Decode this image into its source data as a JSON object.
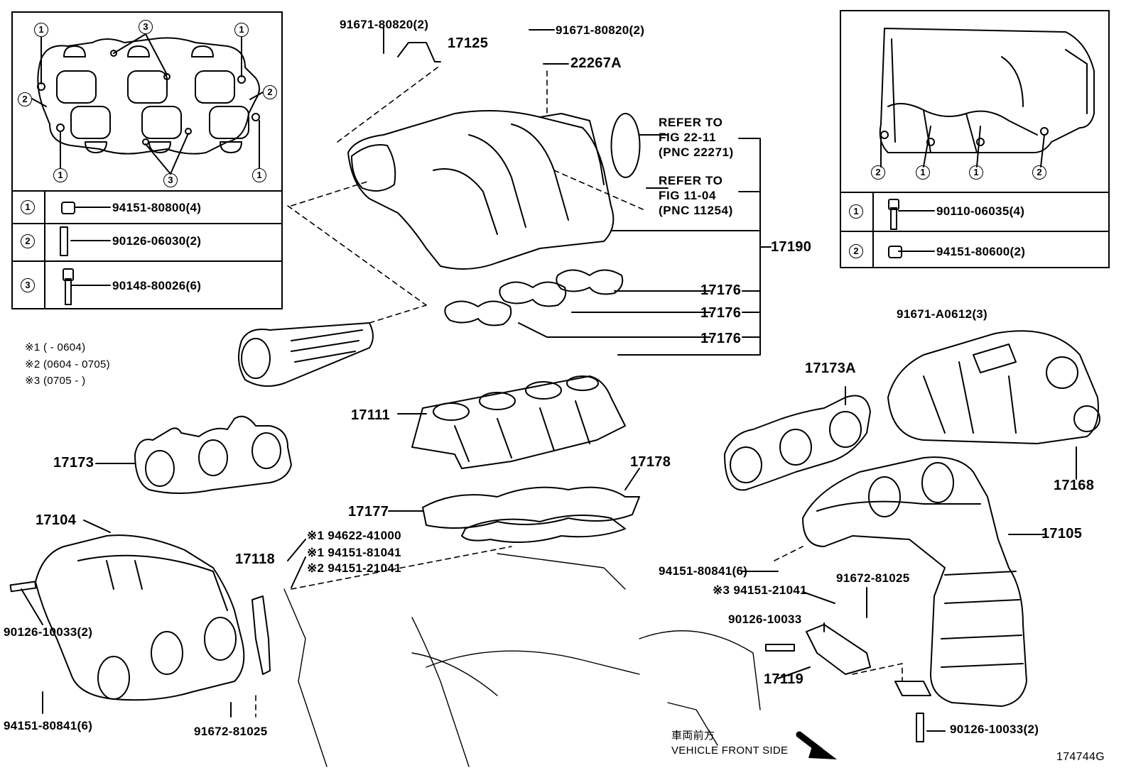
{
  "callouts": {
    "p91671_80820_a": "91671-80820(2)",
    "p17125": "17125",
    "p91671_80820_b": "91671-80820(2)",
    "p22267a": "22267A",
    "ref1_line1": "REFER TO",
    "ref1_line2": "FIG 22-11",
    "ref1_line3": "(PNC 22271)",
    "ref2_line1": "REFER TO",
    "ref2_line2": "FIG 11-04",
    "ref2_line3": "(PNC 11254)",
    "p17190": "17190",
    "p17176_a": "17176",
    "p17176_b": "17176",
    "p17176_c": "17176",
    "p91671_a0612": "91671-A0612(3)",
    "p17173a": "17173A",
    "p17168": "17168",
    "p17111": "17111",
    "p17173": "17173",
    "p17178": "17178",
    "p17177": "17177",
    "p17104": "17104",
    "p17105": "17105",
    "p17118": "17118",
    "p94622": "※1 94622-41000",
    "p94151_81041": "※1 94151-81041",
    "p94151_21041_l": "※2 94151-21041",
    "p94151_80841_r": "94151-80841(6)",
    "p94151_21041_r": "※3 94151-21041",
    "p91672_81025_r": "91672-81025",
    "p90126_10033_m": "90126-10033",
    "p17119": "17119",
    "p90126_10033_l": "90126-10033(2)",
    "p94151_80841_l": "94151-80841(6)",
    "p91672_81025_l": "91672-81025",
    "p90126_10033_r": "90126-10033(2)"
  },
  "notes": {
    "n1": "※1 (      - 0604)",
    "n2": "※2 (0604 - 0705)",
    "n3": "※3 (0705 -      )"
  },
  "left_table": {
    "rows": [
      {
        "num": "1",
        "part": "94151-80800(4)"
      },
      {
        "num": "2",
        "part": "90126-06030(2)"
      },
      {
        "num": "3",
        "part": "90148-80026(6)"
      }
    ]
  },
  "right_table": {
    "rows": [
      {
        "num": "1",
        "part": "90110-06035(4)"
      },
      {
        "num": "2",
        "part": "94151-80600(2)"
      }
    ]
  },
  "inset_left_markers": [
    "1",
    "3",
    "1",
    "2",
    "2",
    "1",
    "3",
    "1"
  ],
  "inset_right_markers": [
    "2",
    "1",
    "1",
    "2"
  ],
  "direction": {
    "jp": "車両前方",
    "en": "VEHICLE FRONT SIDE"
  },
  "figure_id": "174744G"
}
